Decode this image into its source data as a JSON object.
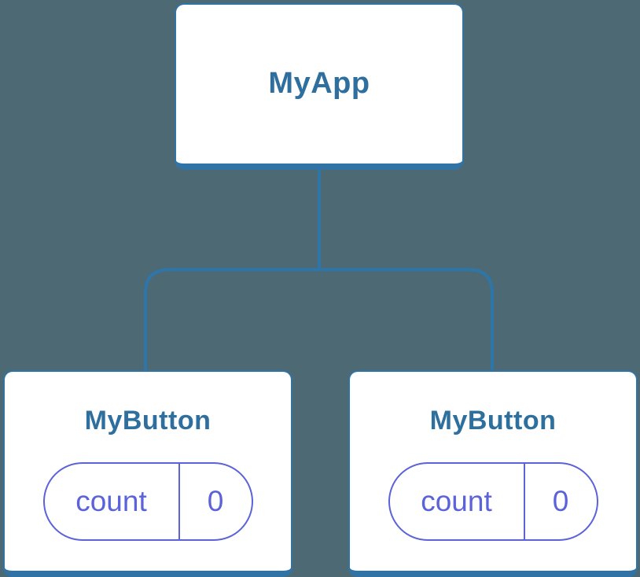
{
  "canvas": {
    "background": "#4D6973"
  },
  "palette": {
    "card_background": "#FFFFFF",
    "card_border_blue": "#3273A5",
    "connector_blue": "#2E76A9",
    "component_text_blue": "#2E6F9E",
    "state_indigo": "#5B62DA"
  },
  "diagram": {
    "root": {
      "label": "MyApp"
    },
    "children": [
      {
        "label": "MyButton",
        "state_pill": {
          "name": "count",
          "value": "0"
        }
      },
      {
        "label": "MyButton",
        "state_pill": {
          "name": "count",
          "value": "0"
        }
      }
    ]
  }
}
